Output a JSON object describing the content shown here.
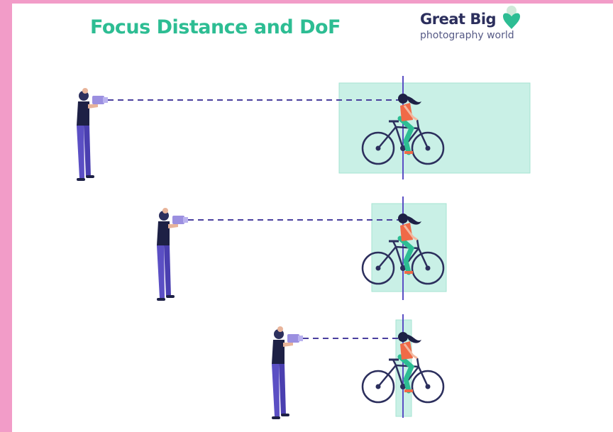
{
  "title": "Focus Distance and DoF",
  "logo": {
    "line1": "Great Big",
    "line2": "photography world",
    "icon": "person-heart-icon"
  },
  "colors": {
    "frame": "#f29cc8",
    "title": "#2dbd93",
    "dof_zone": "#c9f0e6",
    "focus_line": "#5b4fc4",
    "sight_line": "#4a3f9e",
    "navy": "#2c2f5d"
  },
  "scenes": [
    {
      "name": "far",
      "dof": "deep"
    },
    {
      "name": "middle",
      "dof": "medium"
    },
    {
      "name": "near",
      "dof": "shallow"
    }
  ]
}
